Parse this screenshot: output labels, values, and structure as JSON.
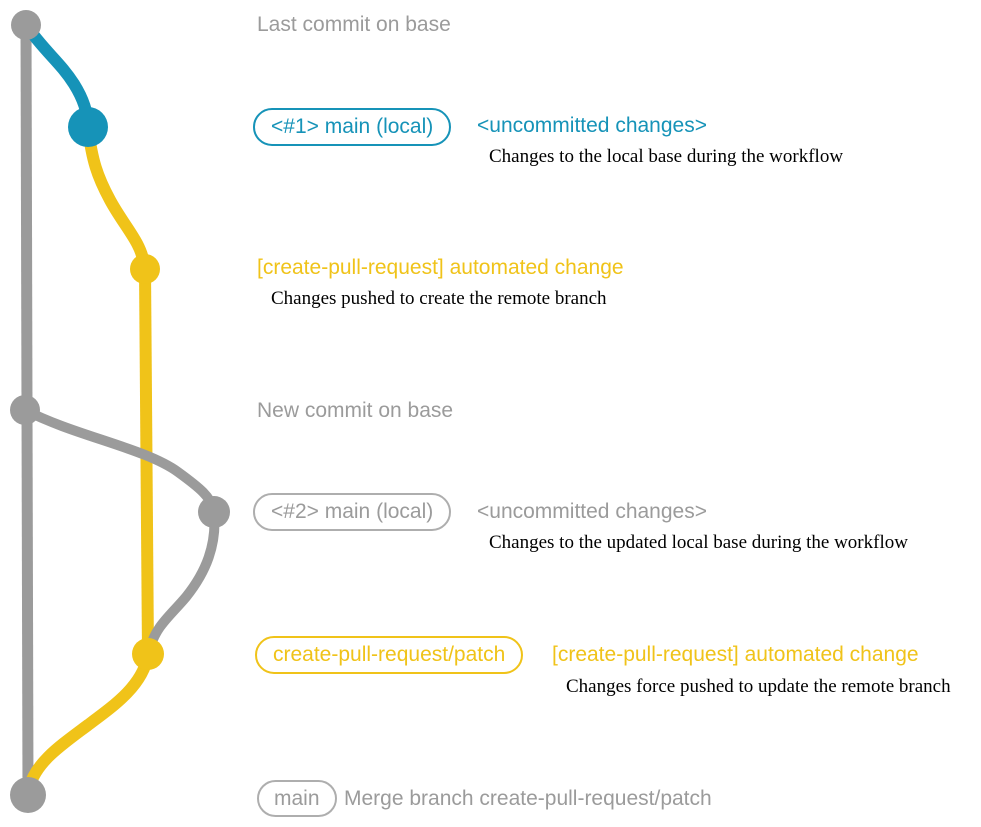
{
  "diagram": {
    "title_hint": "git graph of create-pull-request workflow",
    "colors": {
      "base_gray": "#9b9b9b",
      "teal": "#1693b8",
      "yellow": "#f0c319",
      "description_text": "#000000"
    },
    "rows": {
      "last_commit": {
        "label": "Last commit on base"
      },
      "uncommitted_1": {
        "badge": "<#1> main (local)",
        "title": "<uncommitted changes>",
        "description": "Changes to the local base during the workflow"
      },
      "automated_1": {
        "title": "[create-pull-request] automated change",
        "description": "Changes pushed to create the remote branch"
      },
      "new_commit": {
        "label": "New commit on base"
      },
      "uncommitted_2": {
        "badge": "<#2> main (local)",
        "title": "<uncommitted changes>",
        "description": "Changes to the updated local base during the workflow"
      },
      "automated_2": {
        "badge": "create-pull-request/patch",
        "title": "[create-pull-request] automated change",
        "description": "Changes force pushed to update the remote branch"
      },
      "merge": {
        "badge": "main",
        "label": "Merge branch create-pull-request/patch"
      }
    }
  }
}
